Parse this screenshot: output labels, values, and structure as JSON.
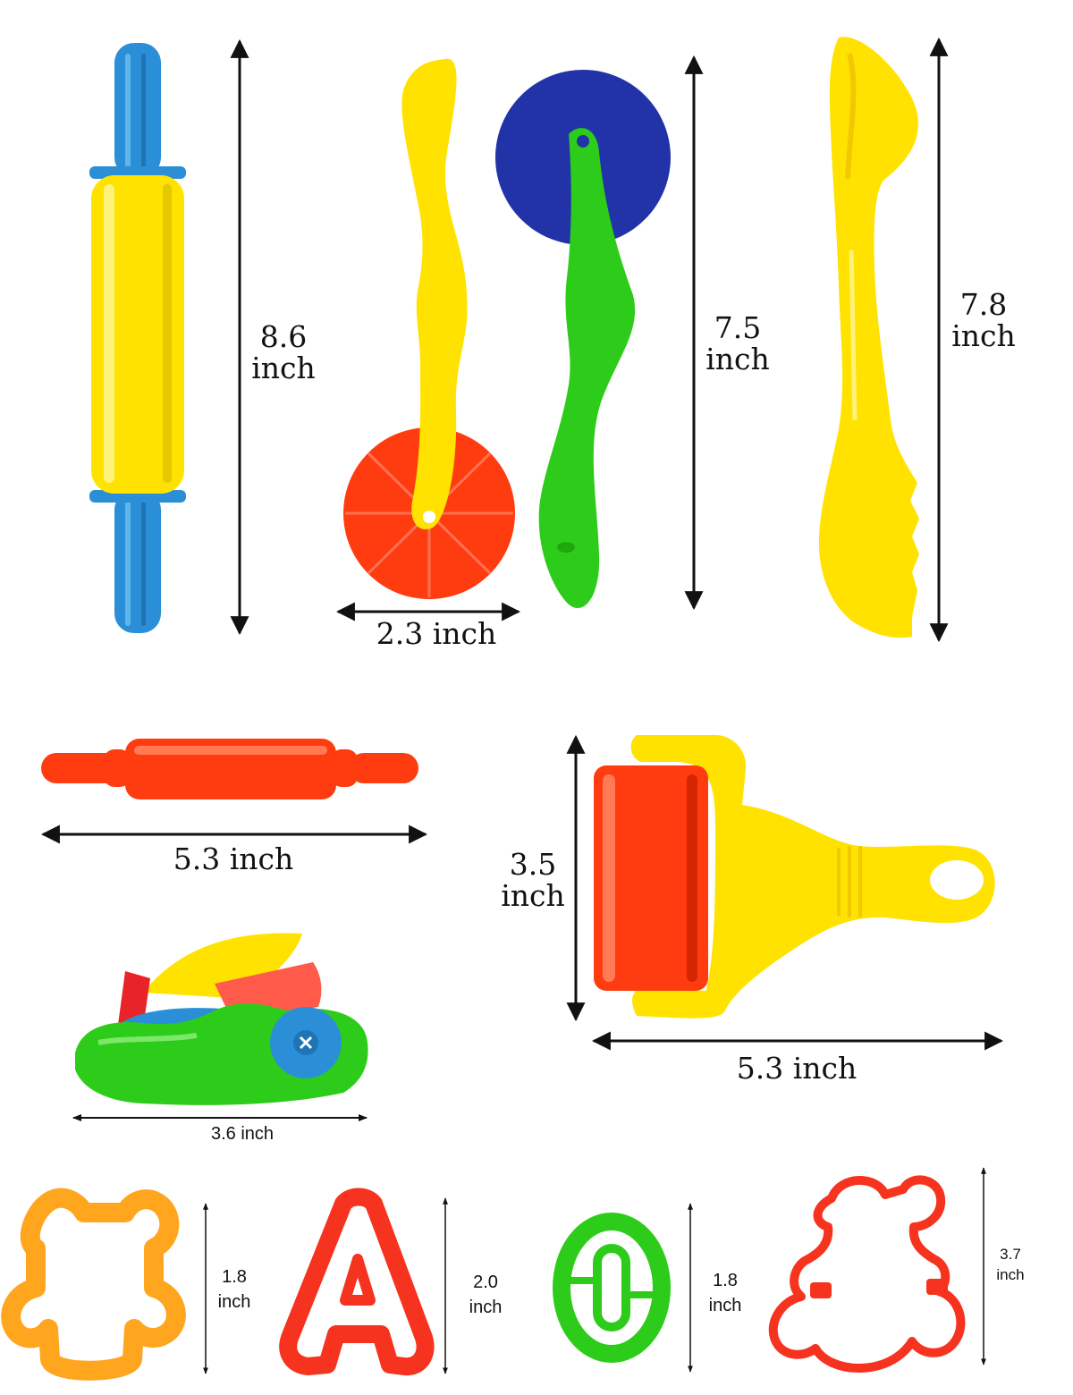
{
  "colors": {
    "yellow": "#ffe200",
    "blue": "#2a8fd6",
    "navy": "#2233a8",
    "red": "#ff3b10",
    "green": "#2ecc1a",
    "orange": "#ffa51e",
    "cutter_red": "#f5331e",
    "arrow": "#111111"
  },
  "labels": {
    "rolling_pin_large": {
      "value": "8.6",
      "unit": "inch"
    },
    "pizza_cutter_width": "2.3 inch",
    "pizza_cutter_height": {
      "value": "7.5",
      "unit": "inch"
    },
    "spatula_height": {
      "value": "7.8",
      "unit": "inch"
    },
    "rolling_pin_small": "5.3 inch",
    "roller_height": {
      "value": "3.5",
      "unit": "inch"
    },
    "roller_width": "5.3 inch",
    "extruder_width": "3.6  inch",
    "bear_cutter_small": {
      "value": "1.8",
      "unit": "inch"
    },
    "letter_a_cutter": {
      "value": "2.0",
      "unit": "inch"
    },
    "number_zero_cutter": {
      "value": "1.8",
      "unit": "inch"
    },
    "bear_cutter_large": {
      "value": "3.7",
      "unit": "inch"
    }
  }
}
